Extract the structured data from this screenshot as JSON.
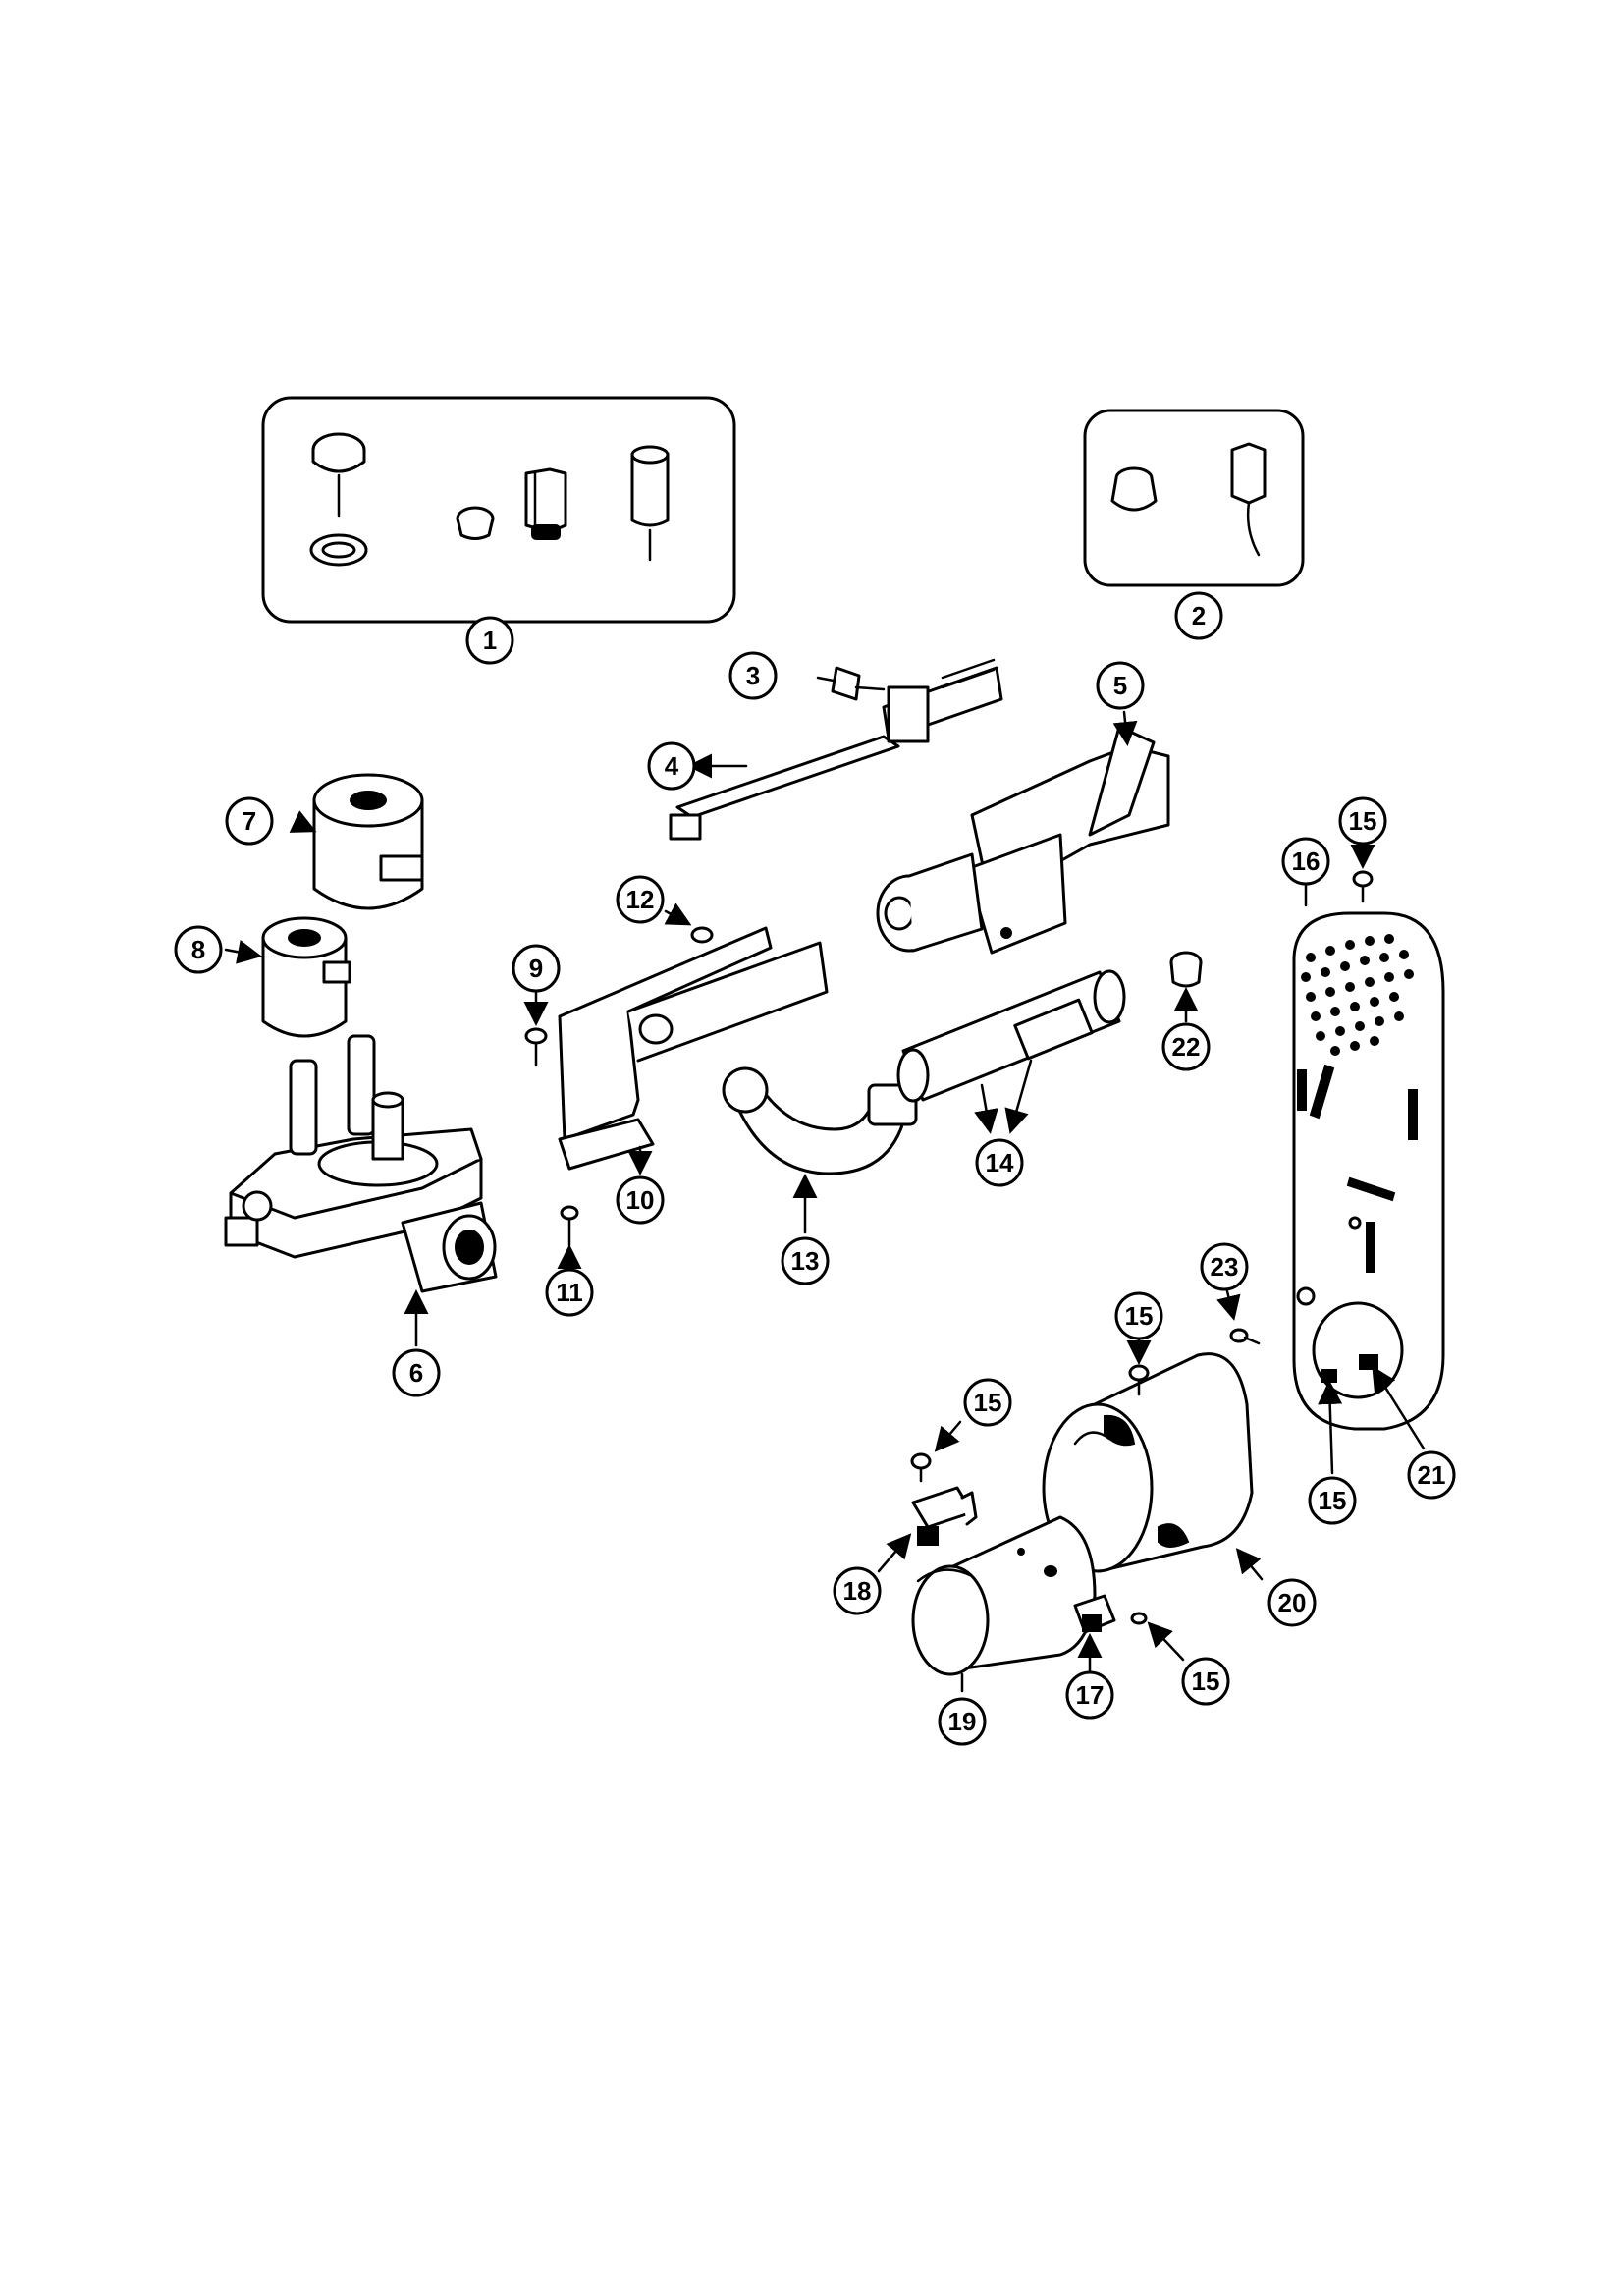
{
  "callouts": {
    "c1": "1",
    "c2": "2",
    "c3": "3",
    "c4": "4",
    "c5": "5",
    "c6": "6",
    "c7": "7",
    "c8": "8",
    "c9": "9",
    "c10": "10",
    "c11": "11",
    "c12": "12",
    "c13": "13",
    "c14": "14",
    "c15a": "15",
    "c15b": "15",
    "c15c": "15",
    "c15d": "15",
    "c15e": "15",
    "c16": "16",
    "c17": "17",
    "c18": "18",
    "c19": "19",
    "c20": "20",
    "c21": "21",
    "c22": "22",
    "c23": "23"
  }
}
